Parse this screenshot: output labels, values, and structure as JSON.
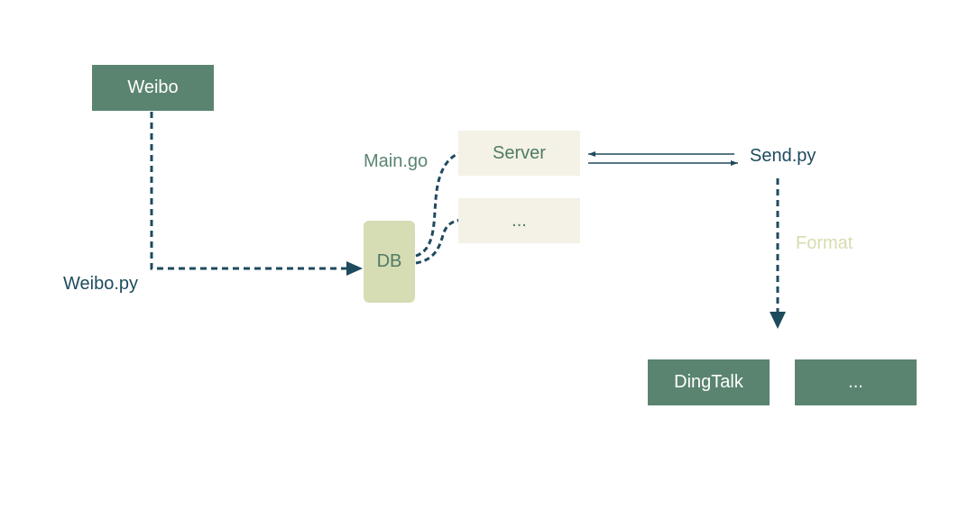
{
  "nodes": {
    "weibo": "Weibo",
    "db": "DB",
    "server": "Server",
    "server_more": "...",
    "dingtalk": "DingTalk",
    "output_more": "..."
  },
  "labels": {
    "weibo_py": "Weibo.py",
    "main_go": "Main.go",
    "send_py": "Send.py",
    "format": "Format"
  },
  "colors": {
    "node_dark": "#5a8470",
    "node_light": "#f4f2e6",
    "db_fill": "#d6dcb4",
    "edge": "#1e4a5e",
    "format_text": "#d8dcaf"
  }
}
